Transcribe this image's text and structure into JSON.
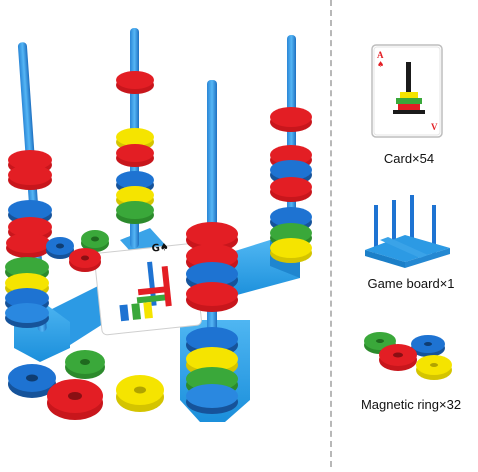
{
  "items": {
    "card": {
      "label": "Card×54"
    },
    "board": {
      "label": "Game board×1"
    },
    "ring": {
      "label": "Magnetic ring×32"
    }
  },
  "card_corner": {
    "rank": "A",
    "suit": "♠",
    "rank_flipped": "V"
  },
  "colors": {
    "red": "#e31e24",
    "blue": "#1e73d2",
    "light_blue": "#3aa3e8",
    "yellow": "#f5e400",
    "green": "#3aa83a",
    "divider": "#b8b8b8"
  }
}
